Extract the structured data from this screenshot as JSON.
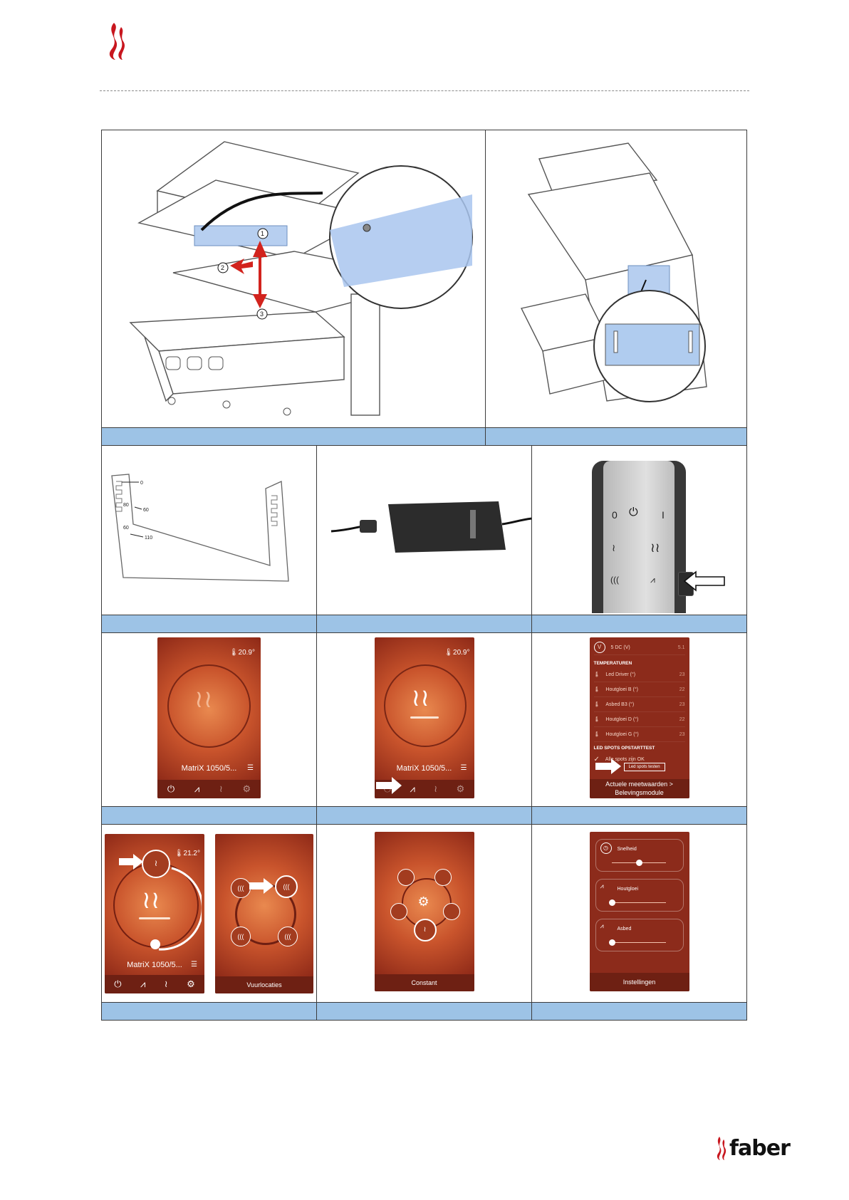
{
  "header": {
    "logo_icon": "flame-logo-icon"
  },
  "footer": {
    "brand": "faber"
  },
  "figures": {
    "row1": {
      "captions": [
        "",
        ""
      ]
    },
    "row2": {
      "captions": [
        "",
        "",
        ""
      ],
      "scale_marks": [
        "0",
        "60",
        "60",
        "80",
        "110"
      ]
    },
    "row3": {
      "captions": [
        "",
        "",
        ""
      ],
      "screen1": {
        "temp": "20.9°",
        "model": "MatriX 1050/5..."
      },
      "screen2": {
        "temp": "20.9°",
        "model": "MatriX 1050/5..."
      },
      "screen3": {
        "top_item": {
          "label": "5 DC (V)",
          "value": "5.1"
        },
        "section_temp": "TEMPERATUREN",
        "items": [
          {
            "label": "Led Driver (°)",
            "value": "23"
          },
          {
            "label": "Houtgloei B (°)",
            "value": "22"
          },
          {
            "label": "Asbed B3 (°)",
            "value": "23"
          },
          {
            "label": "Houtgloei D (°)",
            "value": "22"
          },
          {
            "label": "Houtgloei G (°)",
            "value": "23"
          }
        ],
        "section_led": "LED SPOTS OPSTARTTEST",
        "ok_text": "Alle spots zijn OK",
        "test_button": "Led spots testen",
        "footer_line1": "Actuele meetwaarden >",
        "footer_line2": "Belevingsmodule"
      }
    },
    "row4": {
      "captions": [
        "",
        "",
        ""
      ],
      "screen1": {
        "temp": "21.2°",
        "model": "MatriX 1050/5..."
      },
      "screen2": {
        "footer": "Vuurlocaties"
      },
      "screen3": {
        "footer": "Constant"
      },
      "screen4": {
        "sliders": [
          {
            "label": "Snelheid",
            "level": 0.5
          },
          {
            "label": "Houtgloei",
            "level": 0.0
          },
          {
            "label": "Asbed",
            "level": 0.0
          }
        ],
        "footer": "Instellingen"
      }
    },
    "remote": {
      "buttons": [
        "0",
        "I"
      ]
    }
  }
}
